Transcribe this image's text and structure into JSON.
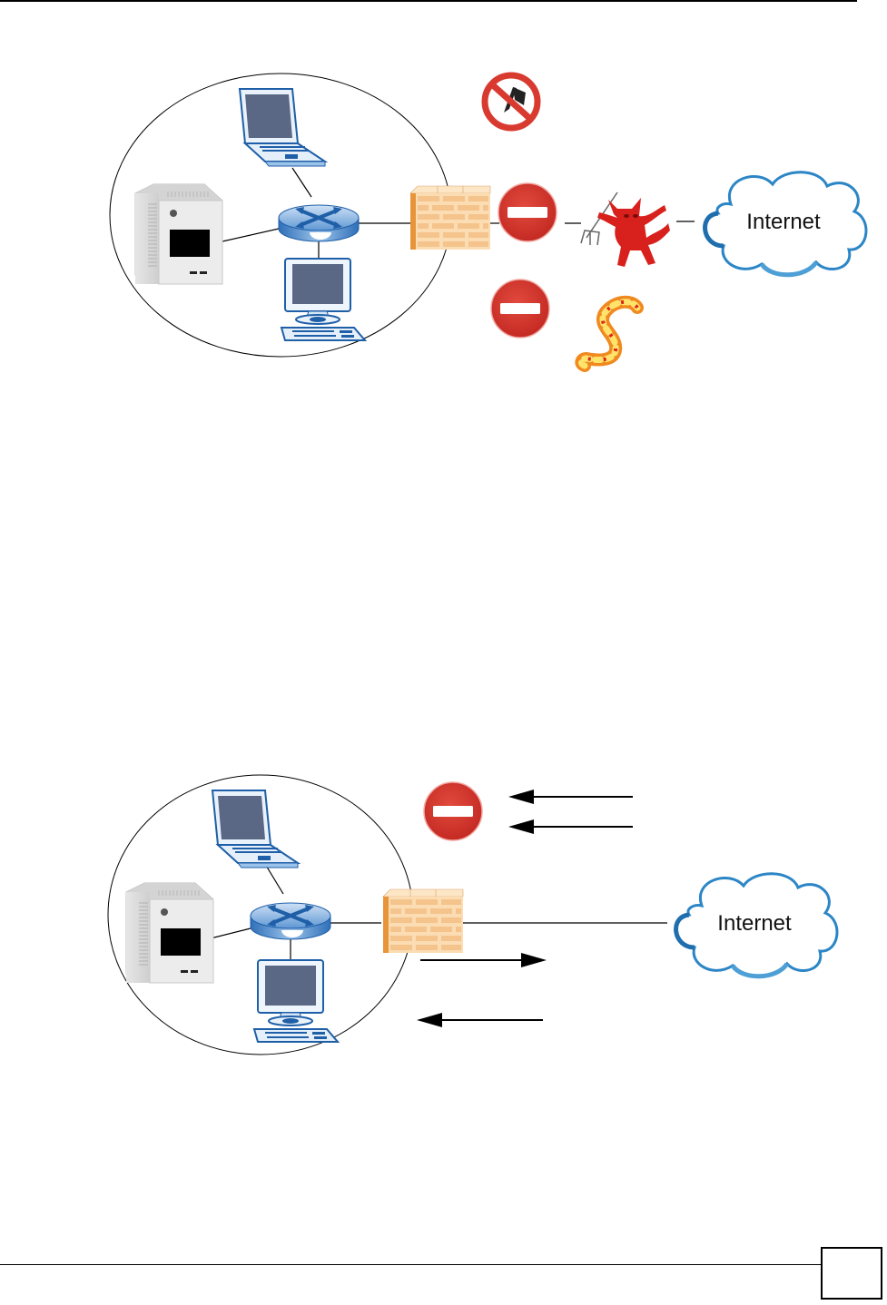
{
  "page": {
    "header_rule": true,
    "footer": {
      "page_number": ""
    }
  },
  "figures": [
    {
      "id": "figure-1",
      "description": "Firewall blocking attacks from the Internet",
      "lan_devices": [
        "laptop",
        "server",
        "router",
        "desktop-computer"
      ],
      "security": [
        "firewall"
      ],
      "blocked_threats": [
        "trojan-horse",
        "hacker",
        "worm"
      ],
      "cloud_label": "Internet"
    },
    {
      "id": "figure-2",
      "description": "Firewall blocking unsolicited inbound traffic while allowing outbound traffic and replies",
      "lan_devices": [
        "laptop",
        "server",
        "router",
        "desktop-computer"
      ],
      "security": [
        "firewall"
      ],
      "arrows": [
        {
          "direction": "inbound",
          "blocked": true
        },
        {
          "direction": "inbound",
          "blocked": true
        },
        {
          "direction": "outbound",
          "blocked": false
        },
        {
          "direction": "inbound",
          "blocked": false
        }
      ],
      "cloud_label": "Internet"
    }
  ],
  "colors": {
    "stop_red": "#d93a30",
    "device_blue": "#1f5fa8",
    "screen_slate": "#5a6785",
    "brick": "#f7c890",
    "brick_edge": "#e8953a",
    "cloud_blue": "#2c86c6",
    "devil_red": "#d8211c",
    "worm_orange": "#f08a20"
  }
}
